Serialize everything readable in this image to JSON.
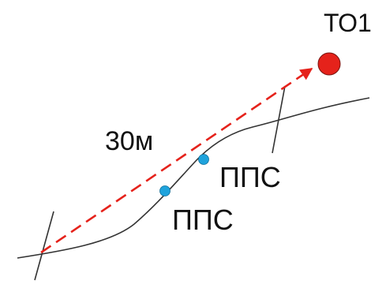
{
  "target": {
    "label": "ТО1",
    "marker_color": "#e5221b"
  },
  "measure": {
    "label": "30м",
    "line_color": "#e5221b"
  },
  "points": [
    {
      "label": "ППС",
      "marker_color": "#1fa3dc"
    },
    {
      "label": "ППС",
      "marker_color": "#1fa3dc"
    }
  ],
  "road": {
    "line_color": "#333333"
  }
}
